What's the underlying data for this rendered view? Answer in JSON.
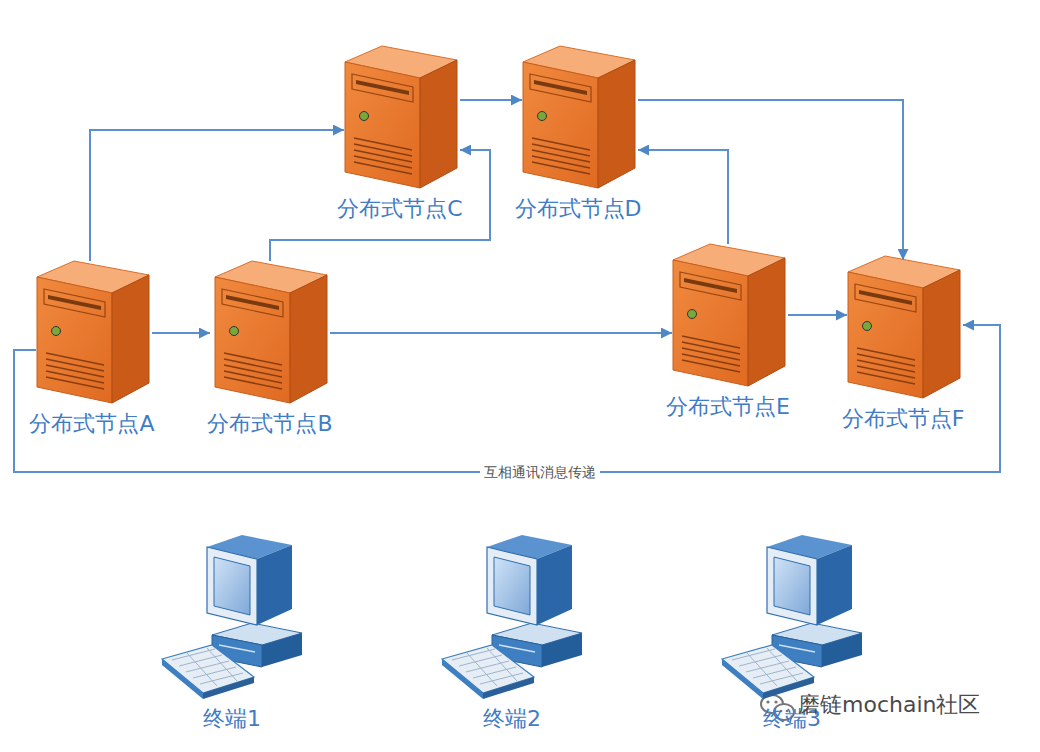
{
  "diagram": {
    "nodes": [
      {
        "text": [
          "分布式节点C"
        ]
      },
      {
        "text": [
          "分布式节点D"
        ]
      },
      {
        "text": [
          "分布式节点A"
        ]
      },
      {
        "text": [
          "分布式节点B"
        ]
      },
      {
        "text": [
          "分布式节点E"
        ]
      },
      {
        "text": [
          "分布式节点F"
        ]
      },
      {
        "text": [
          "终端1"
        ]
      },
      {
        "text": [
          "终端2"
        ]
      },
      {
        "text": [
          "终端3"
        ]
      }
    ],
    "edges": [
      {
        "from": 2,
        "to": 3,
        "arrow": "to"
      },
      {
        "from": 2,
        "to": 0,
        "arrow": "to"
      },
      {
        "from": 3,
        "to": 0,
        "arrow": "to"
      },
      {
        "from": 0,
        "to": 1,
        "arrow": "to"
      },
      {
        "from": 1,
        "to": 5,
        "arrow": "to"
      },
      {
        "from": 3,
        "to": 4,
        "arrow": "to"
      },
      {
        "from": 4,
        "to": 1,
        "arrow": "to"
      },
      {
        "from": 4,
        "to": 5,
        "arrow": "to"
      },
      {
        "from": 2,
        "to": 5,
        "label": "互相通讯消息传递",
        "arrow": "to"
      }
    ],
    "labels": [
      "磨链mochain社区"
    ]
  }
}
